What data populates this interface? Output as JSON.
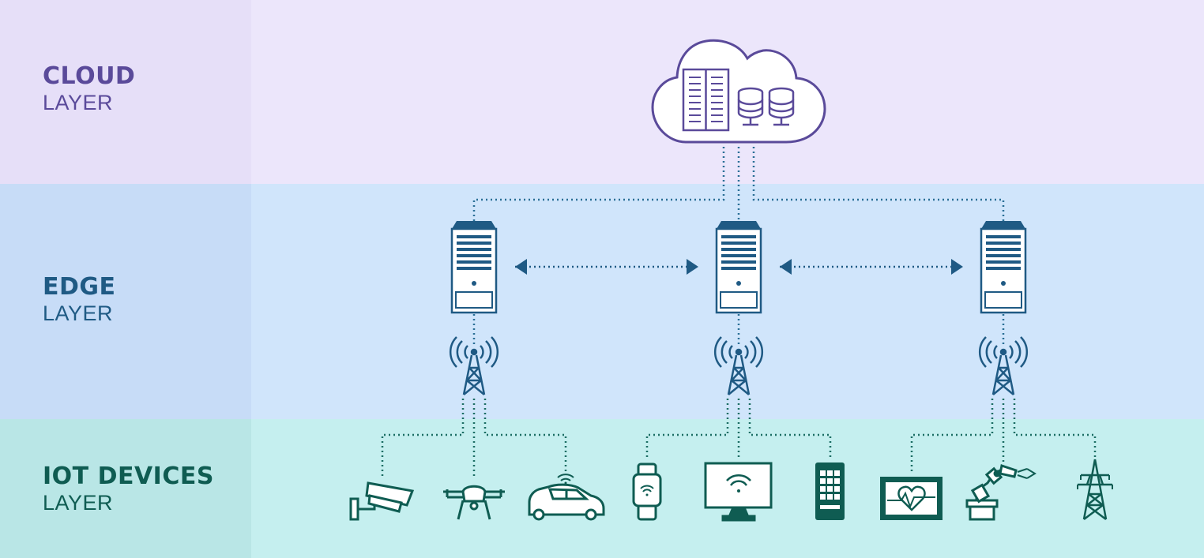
{
  "layers": {
    "cloud": {
      "title": "CLOUD",
      "subtitle": "LAYER"
    },
    "edge": {
      "title": "EDGE",
      "subtitle": "LAYER"
    },
    "iot": {
      "title": "IOT DEVICES",
      "subtitle": "LAYER"
    }
  },
  "colors": {
    "cloud_band": "#ece6fb",
    "cloud_label_bg": "#e6dff8",
    "edge_band": "#d0e5fb",
    "edge_label_bg": "#c7dcf7",
    "iot_band": "#c5efef",
    "iot_label_bg": "#b9e6e6",
    "cloud_accent": "#5a4a9a",
    "edge_accent": "#1f5a84",
    "iot_accent": "#0f5c52"
  },
  "icons": {
    "cloud": [
      "server-rack-icon",
      "database-icon",
      "database-icon"
    ],
    "edge": [
      "edge-server-icon",
      "edge-server-icon",
      "edge-server-icon",
      "cell-tower-icon",
      "cell-tower-icon",
      "cell-tower-icon"
    ],
    "devices": [
      "security-camera-icon",
      "drone-icon",
      "connected-car-icon",
      "smartwatch-icon",
      "smart-monitor-icon",
      "smartphone-icon",
      "health-monitor-icon",
      "robotic-arm-icon",
      "power-pylon-icon"
    ]
  }
}
